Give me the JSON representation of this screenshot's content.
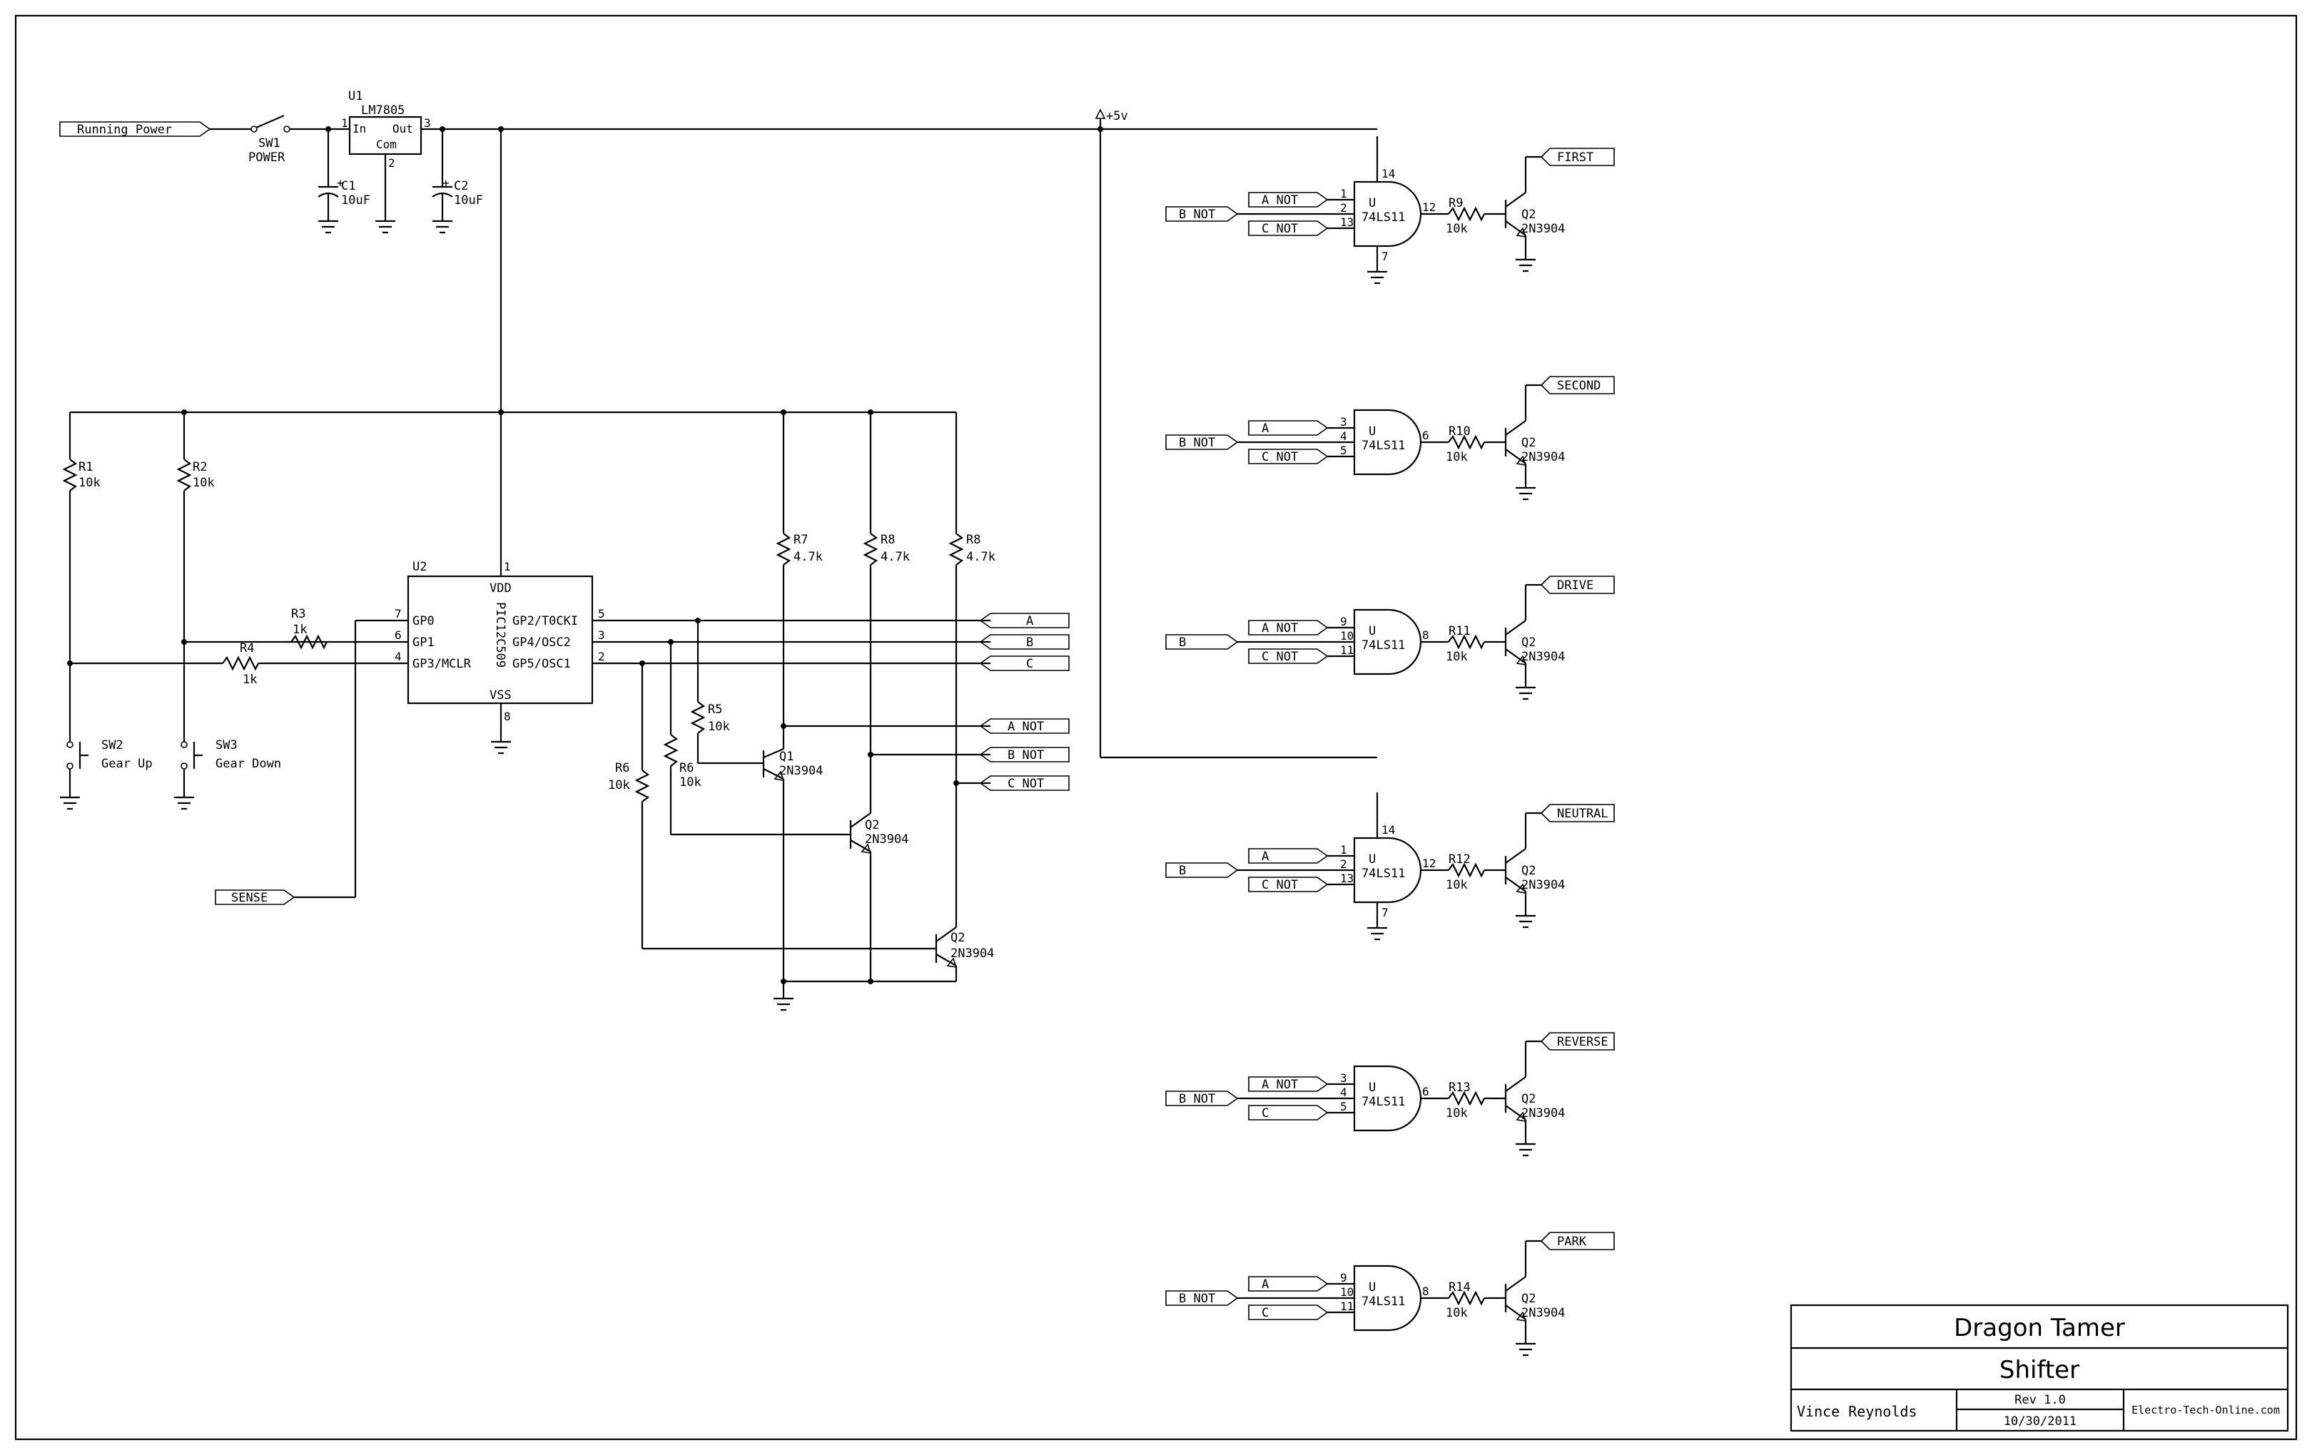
{
  "supply": {
    "input_label": "Running Power",
    "switch": {
      "ref": "SW1",
      "name": "POWER"
    },
    "regulator": {
      "ref": "U1",
      "part": "LM7805",
      "pin_in": "In",
      "pin_out": "Out",
      "pin_com": "Com",
      "pin1": "1",
      "pin2": "2",
      "pin3": "3"
    },
    "c1": {
      "ref": "C1",
      "value": "10uF"
    },
    "c2": {
      "ref": "C2",
      "value": "10uF"
    },
    "rail": "+5v"
  },
  "pull_ups": [
    {
      "ref": "R1",
      "value": "10k"
    },
    {
      "ref": "R2",
      "value": "10k"
    }
  ],
  "switches": [
    {
      "ref": "SW2",
      "name": "Gear Up"
    },
    {
      "ref": "SW3",
      "name": "Gear Down"
    }
  ],
  "r3": {
    "ref": "R3",
    "value": "1k"
  },
  "r4": {
    "ref": "R4",
    "value": "1k"
  },
  "sense_label": "SENSE",
  "mcu": {
    "ref": "U2",
    "part": "PIC12C509",
    "vdd": "VDD",
    "vss": "VSS",
    "vdd_pin": "1",
    "vss_pin": "8",
    "left_pins": [
      {
        "num": "7",
        "name": "GP0"
      },
      {
        "num": "6",
        "name": "GP1"
      },
      {
        "num": "4",
        "name": "GP3/MCLR"
      }
    ],
    "right_pins": [
      {
        "num": "5",
        "name": "GP2/T0CKI"
      },
      {
        "num": "3",
        "name": "GP4/OSC2"
      },
      {
        "num": "2",
        "name": "GP5/OSC1"
      }
    ]
  },
  "inverter": {
    "collector_resistors": [
      {
        "ref": "R7",
        "value": "4.7k"
      },
      {
        "ref": "R8",
        "value": "4.7k"
      },
      {
        "ref": "R8",
        "value": "4.7k"
      }
    ],
    "base_resistors": [
      {
        "ref": "R5",
        "value": "10k"
      },
      {
        "ref": "R6",
        "value": "10k"
      },
      {
        "ref": "R6",
        "value": "10k"
      }
    ],
    "transistors": [
      {
        "ref": "Q1",
        "part": "2N3904"
      },
      {
        "ref": "Q2",
        "part": "2N3904"
      },
      {
        "ref": "Q2",
        "part": "2N3904"
      }
    ],
    "outputs": [
      "A",
      "B",
      "C",
      "A NOT",
      "B NOT",
      "C NOT"
    ]
  },
  "decoders": [
    {
      "outputs_label": "FIRST",
      "gate_ref": "U",
      "gate_part": "74LS11",
      "ext_input": "B NOT",
      "inputs": [
        "A NOT",
        "",
        "C NOT"
      ],
      "in_pins": [
        "1",
        "2",
        "13"
      ],
      "out_pin": "12",
      "vcc_pin": "14",
      "gnd_pin": "7",
      "r": {
        "ref": "R9",
        "value": "10k"
      },
      "q": {
        "ref": "Q2",
        "part": "2N3904"
      }
    },
    {
      "outputs_label": "SECOND",
      "gate_ref": "U",
      "gate_part": "74LS11",
      "ext_input": "B NOT",
      "inputs": [
        "A",
        "",
        "C NOT"
      ],
      "in_pins": [
        "3",
        "4",
        "5"
      ],
      "out_pin": "6",
      "vcc_pin": "",
      "gnd_pin": "",
      "r": {
        "ref": "R10",
        "value": "10k"
      },
      "q": {
        "ref": "Q2",
        "part": "2N3904"
      }
    },
    {
      "outputs_label": "DRIVE",
      "gate_ref": "U",
      "gate_part": "74LS11",
      "ext_input": "B",
      "inputs": [
        "A NOT",
        "",
        "C NOT"
      ],
      "in_pins": [
        "9",
        "10",
        "11"
      ],
      "out_pin": "8",
      "vcc_pin": "",
      "gnd_pin": "",
      "r": {
        "ref": "R11",
        "value": "10k"
      },
      "q": {
        "ref": "Q2",
        "part": "2N3904"
      }
    },
    {
      "outputs_label": "NEUTRAL",
      "gate_ref": "U",
      "gate_part": "74LS11",
      "ext_input": "B",
      "inputs": [
        "A",
        "",
        "C NOT"
      ],
      "in_pins": [
        "1",
        "2",
        "13"
      ],
      "out_pin": "12",
      "vcc_pin": "14",
      "gnd_pin": "7",
      "r": {
        "ref": "R12",
        "value": "10k"
      },
      "q": {
        "ref": "Q2",
        "part": "2N3904"
      }
    },
    {
      "outputs_label": "REVERSE",
      "gate_ref": "U",
      "gate_part": "74LS11",
      "ext_input": "B NOT",
      "inputs": [
        "A NOT",
        "",
        "C"
      ],
      "in_pins": [
        "3",
        "4",
        "5"
      ],
      "out_pin": "6",
      "vcc_pin": "",
      "gnd_pin": "",
      "r": {
        "ref": "R13",
        "value": "10k"
      },
      "q": {
        "ref": "Q2",
        "part": "2N3904"
      }
    },
    {
      "outputs_label": "PARK",
      "gate_ref": "U",
      "gate_part": "74LS11",
      "ext_input": "B NOT",
      "inputs": [
        "A",
        "",
        "C"
      ],
      "in_pins": [
        "9",
        "10",
        "11"
      ],
      "out_pin": "8",
      "vcc_pin": "",
      "gnd_pin": "",
      "r": {
        "ref": "R14",
        "value": "10k"
      },
      "q": {
        "ref": "Q2",
        "part": "2N3904"
      }
    }
  ],
  "title_block": {
    "title": "Dragon Tamer",
    "subtitle": "Shifter",
    "author": "Vince Reynolds",
    "revision": "Rev 1.0",
    "date": "10/30/2011",
    "site": "Electro-Tech-Online.com"
  }
}
